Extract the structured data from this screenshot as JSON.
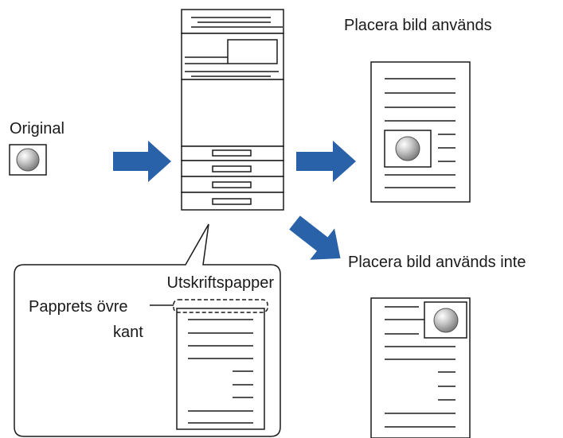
{
  "labels": {
    "original": "Original",
    "with_image_placement": "Placera bild används",
    "without_image_placement": "Placera bild används inte",
    "print_paper": "Utskriftspapper",
    "paper_top_edge_line1": "Papprets övre",
    "paper_top_edge_line2": "kant"
  },
  "colors": {
    "arrow": "#2a62a9",
    "stroke": "#1a1a1a",
    "paper": "#ffffff"
  }
}
